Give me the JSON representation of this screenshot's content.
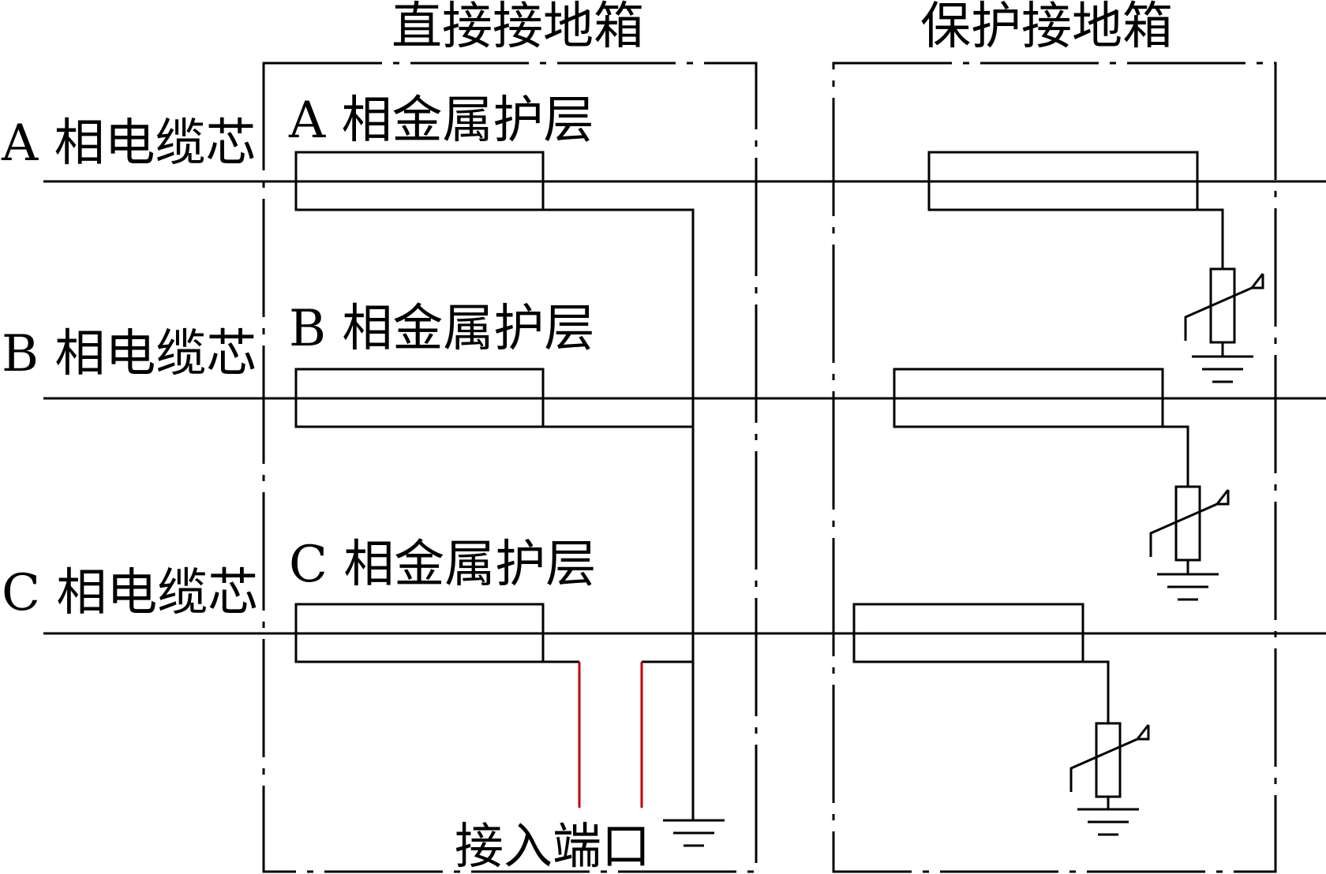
{
  "colors": {
    "line": "#000000",
    "port_lead": "#c00000",
    "background": "#ffffff"
  },
  "boxes": {
    "direct": {
      "title": "直接接地箱"
    },
    "protective": {
      "title": "保护接地箱"
    }
  },
  "cores": {
    "a": "A 相电缆芯",
    "b": "B 相电缆芯",
    "c": "C 相电缆芯"
  },
  "sheaths": {
    "a": "A 相金属护层",
    "b": "B 相金属护层",
    "c": "C 相金属护层"
  },
  "port": {
    "label": "接入端口"
  },
  "symbols": [
    "ground-icon",
    "surge-arrester-icon"
  ]
}
